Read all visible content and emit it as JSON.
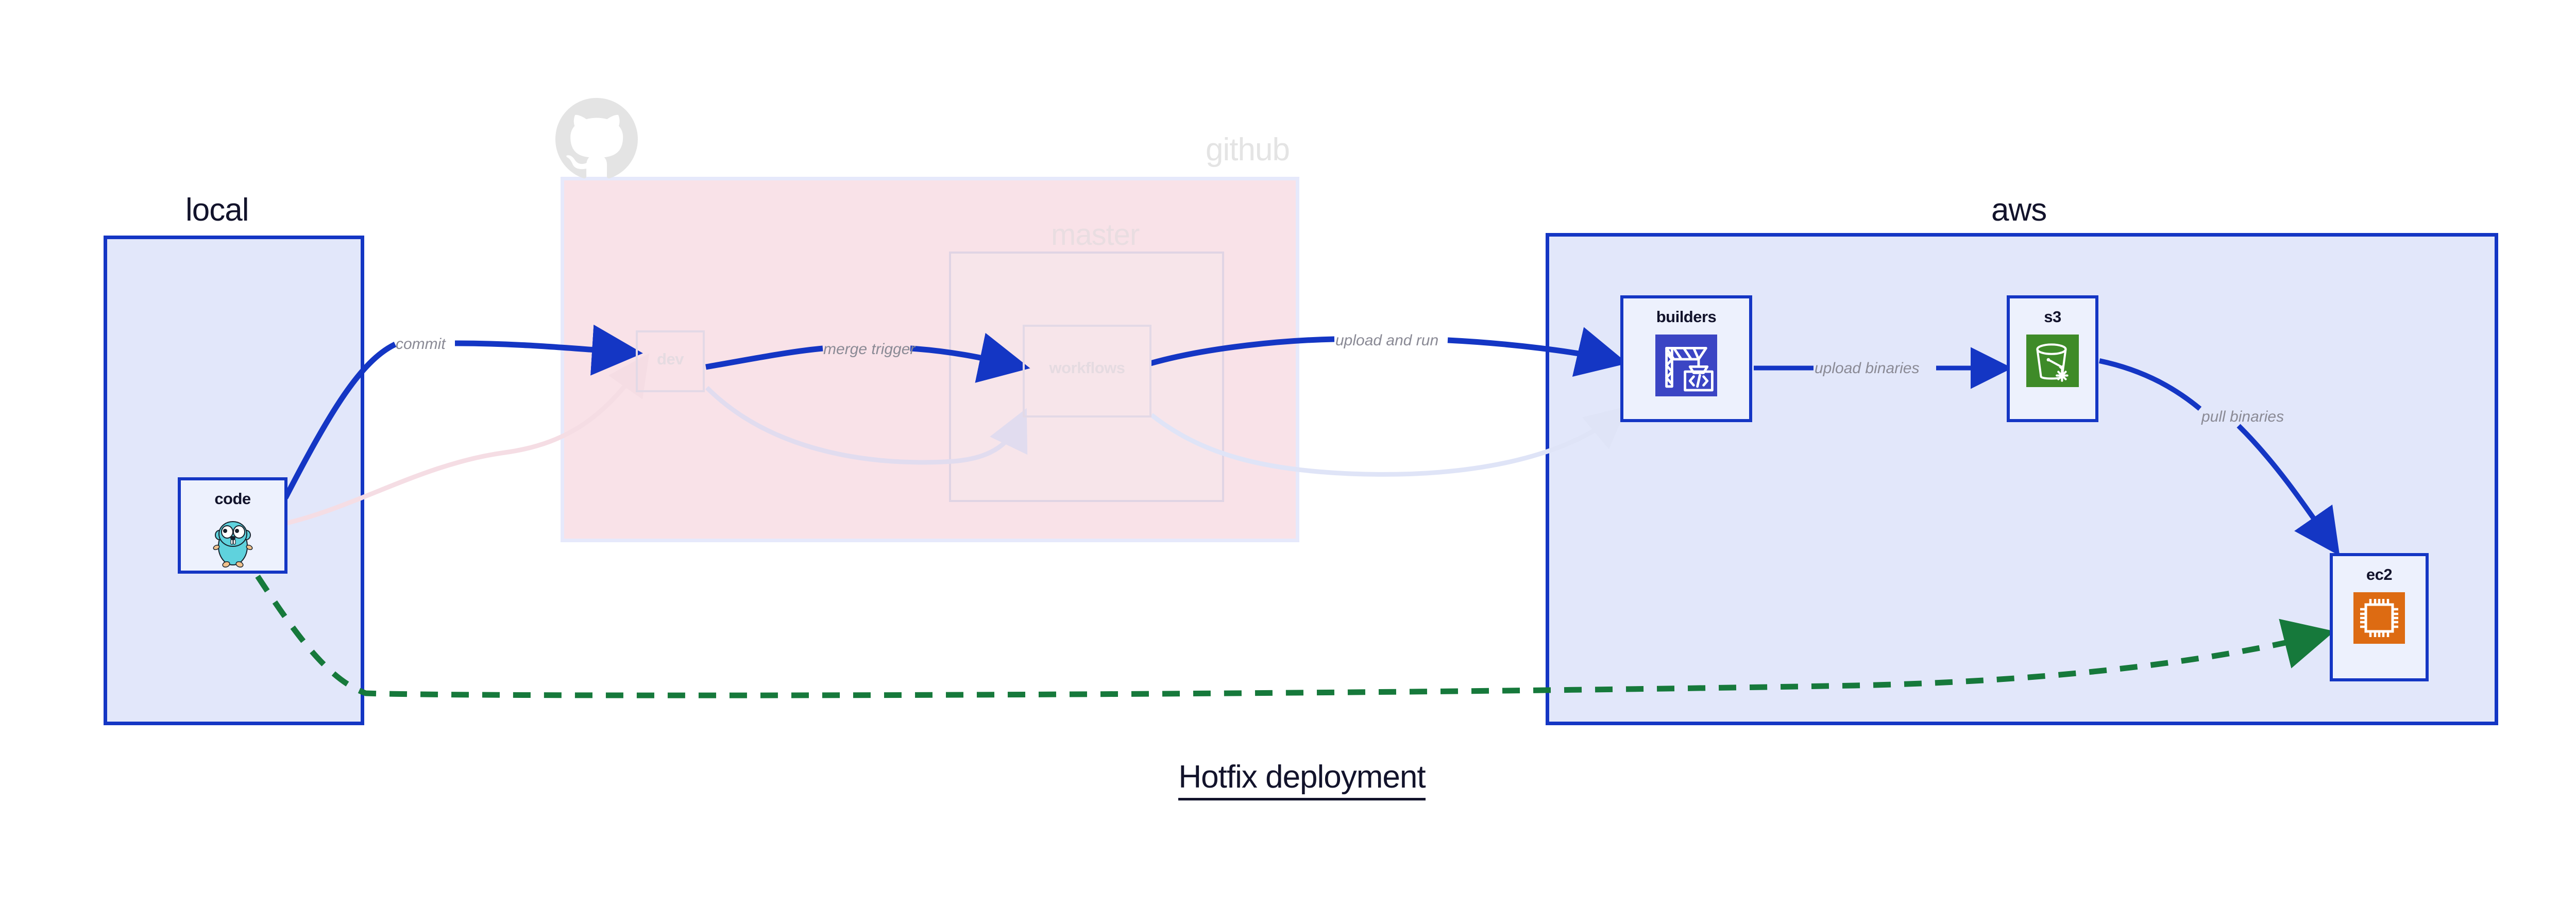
{
  "diagram": {
    "caption": "Hotfix deployment",
    "groups": [
      {
        "id": "local",
        "label": "local",
        "style": "active",
        "fill": "#e2e7fa",
        "stroke": "#1436c4"
      },
      {
        "id": "github",
        "label": "github",
        "style": "faded",
        "fill": "#f9e2e8",
        "stroke": "#e6e9fb"
      },
      {
        "id": "master",
        "label": "master",
        "style": "faded",
        "fill": "#f7e5ea",
        "stroke": "#e0d4e4"
      },
      {
        "id": "aws",
        "label": "aws",
        "style": "active",
        "fill": "#e2e7fa",
        "stroke": "#1436c4"
      }
    ],
    "nodes": [
      {
        "id": "code",
        "label": "code",
        "icon": "go-gopher-icon",
        "state": "active",
        "group": "local"
      },
      {
        "id": "dev",
        "label": "dev",
        "icon": "none",
        "state": "faded",
        "group": "github"
      },
      {
        "id": "workflows",
        "label": "workflows",
        "icon": "none",
        "state": "faded",
        "group": "master"
      },
      {
        "id": "builders",
        "label": "builders",
        "icon": "aws-codebuild-icon",
        "state": "active",
        "group": "aws"
      },
      {
        "id": "s3",
        "label": "s3",
        "icon": "aws-s3-bucket-icon",
        "state": "active",
        "group": "aws"
      },
      {
        "id": "ec2",
        "label": "ec2",
        "icon": "aws-ec2-chip-icon",
        "state": "active",
        "group": "aws"
      }
    ],
    "edges": [
      {
        "id": "commit",
        "label": "commit",
        "from": "code",
        "to": "dev",
        "style": "solid",
        "color": "#1436c4",
        "state": "active"
      },
      {
        "id": "merge-trigger",
        "label": "merge trigger",
        "from": "dev",
        "to": "workflows",
        "style": "solid",
        "color": "#1436c4",
        "state": "active"
      },
      {
        "id": "upload-and-run",
        "label": "upload and run",
        "from": "workflows",
        "to": "builders",
        "style": "solid",
        "color": "#1436c4",
        "state": "active"
      },
      {
        "id": "upload-binaries",
        "label": "upload binaries",
        "from": "builders",
        "to": "s3",
        "style": "solid",
        "color": "#1436c4",
        "state": "active"
      },
      {
        "id": "pull-binaries",
        "label": "pull binaries",
        "from": "s3",
        "to": "ec2",
        "style": "solid",
        "color": "#1436c4",
        "state": "active"
      },
      {
        "id": "hotfix",
        "label": "",
        "from": "code",
        "to": "ec2",
        "style": "dashed",
        "color": "#16793b",
        "state": "active"
      },
      {
        "id": "ghost-code-dev",
        "label": "",
        "from": "code",
        "to": "dev",
        "style": "solid",
        "color": "#f5dde4",
        "state": "faded"
      },
      {
        "id": "ghost-dev-workflows",
        "label": "",
        "from": "dev",
        "to": "workflows",
        "style": "solid",
        "color": "#e1dcef",
        "state": "faded"
      },
      {
        "id": "ghost-workflows-builders",
        "label": "",
        "from": "workflows",
        "to": "builders",
        "style": "solid",
        "color": "#dfe4f7",
        "state": "faded"
      }
    ],
    "colors": {
      "accent_blue": "#1436c4",
      "panel_blue": "#e2e7fa",
      "panel_pink": "#f9e2e8",
      "green_dash": "#16793b",
      "label_gray": "#8a8a95",
      "aws_orange": "#dd6b12",
      "aws_green": "#3e8b28",
      "codebuild_blue": "#3b45c4",
      "gopher_teal": "#5fd2dd"
    }
  }
}
